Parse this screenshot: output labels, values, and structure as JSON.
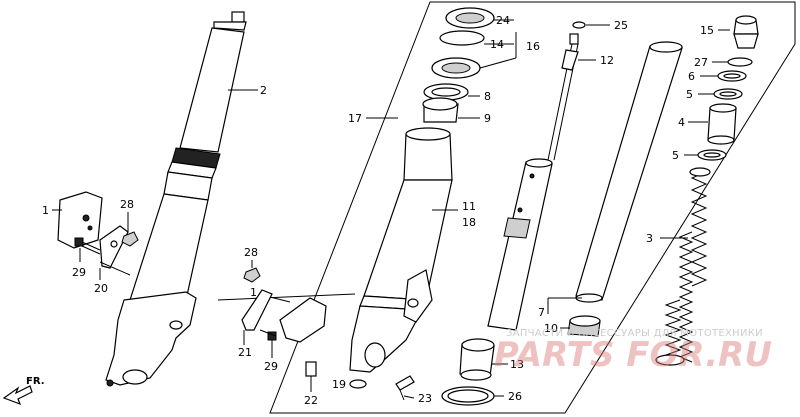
{
  "callouts": [
    {
      "id": "c1a",
      "text": "1"
    },
    {
      "id": "c1b",
      "text": "1"
    },
    {
      "id": "c2",
      "text": "2"
    },
    {
      "id": "c3",
      "text": "3"
    },
    {
      "id": "c4",
      "text": "4"
    },
    {
      "id": "c5a",
      "text": "5"
    },
    {
      "id": "c5b",
      "text": "5"
    },
    {
      "id": "c6",
      "text": "6"
    },
    {
      "id": "c7",
      "text": "7"
    },
    {
      "id": "c8",
      "text": "8"
    },
    {
      "id": "c9",
      "text": "9"
    },
    {
      "id": "c10",
      "text": "10"
    },
    {
      "id": "c11",
      "text": "11"
    },
    {
      "id": "c12",
      "text": "12"
    },
    {
      "id": "c13",
      "text": "13"
    },
    {
      "id": "c14",
      "text": "14"
    },
    {
      "id": "c15",
      "text": "15"
    },
    {
      "id": "c16",
      "text": "16"
    },
    {
      "id": "c17",
      "text": "17"
    },
    {
      "id": "c18",
      "text": "18"
    },
    {
      "id": "c19",
      "text": "19"
    },
    {
      "id": "c20",
      "text": "20"
    },
    {
      "id": "c21",
      "text": "21"
    },
    {
      "id": "c22",
      "text": "22"
    },
    {
      "id": "c23",
      "text": "23"
    },
    {
      "id": "c24",
      "text": "24"
    },
    {
      "id": "c25",
      "text": "25"
    },
    {
      "id": "c26",
      "text": "26"
    },
    {
      "id": "c27",
      "text": "27"
    },
    {
      "id": "c28a",
      "text": "28"
    },
    {
      "id": "c28b",
      "text": "28"
    },
    {
      "id": "c29a",
      "text": "29"
    },
    {
      "id": "c29b",
      "text": "29"
    }
  ],
  "direction_label": "FR.",
  "watermark": {
    "tagline": "ЗАПЧАСТИ И АКСЕССУАРЫ ДЛЯ МОТОТЕХНИКИ",
    "brand": "PARTS FOR.RU"
  }
}
